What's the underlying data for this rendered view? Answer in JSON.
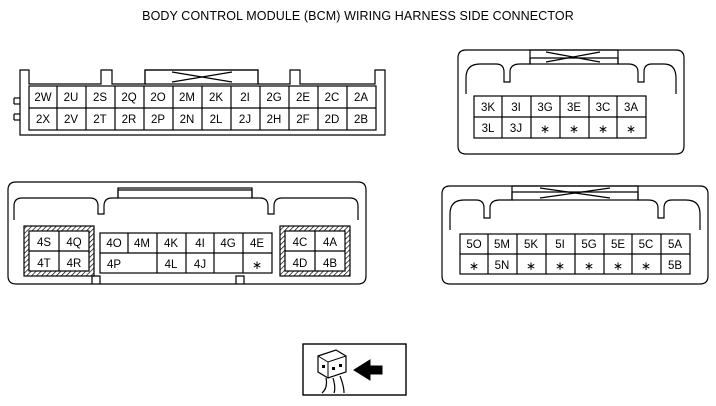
{
  "title": "BODY CONTROL MODULE (BCM) WIRING HARNESS SIDE CONNECTOR",
  "connector_2": {
    "row1": [
      "2W",
      "2U",
      "2S",
      "2Q",
      "2O",
      "2M",
      "2K",
      "2I",
      "2G",
      "2E",
      "2C",
      "2A"
    ],
    "row2": [
      "2X",
      "2V",
      "2T",
      "2R",
      "2P",
      "2N",
      "2L",
      "2J",
      "2H",
      "2F",
      "2D",
      "2B"
    ]
  },
  "connector_3": {
    "row1": [
      "3K",
      "3I",
      "3G",
      "3E",
      "3C",
      "3A"
    ],
    "row2": [
      "3L",
      "3J",
      "∗",
      "∗",
      "∗",
      "∗"
    ]
  },
  "connector_4": {
    "left_block": {
      "row1": [
        "4S",
        "4Q"
      ],
      "row2": [
        "4T",
        "4R"
      ]
    },
    "middle_row1": [
      "4O",
      "4M",
      "4K",
      "4I",
      "4G",
      "4E"
    ],
    "middle_row2": [
      "4P",
      "",
      "4L",
      "4J",
      "",
      "∗"
    ],
    "right_block": {
      "row1": [
        "4C",
        "4A"
      ],
      "row2": [
        "4D",
        "4B"
      ]
    }
  },
  "connector_5": {
    "row1": [
      "5O",
      "5M",
      "5K",
      "5I",
      "5G",
      "5E",
      "5C",
      "5A"
    ],
    "row2": [
      "∗",
      "5N",
      "∗",
      "∗",
      "∗",
      "∗",
      "∗",
      "5B"
    ]
  },
  "view_icon": "harness-side-view-icon"
}
